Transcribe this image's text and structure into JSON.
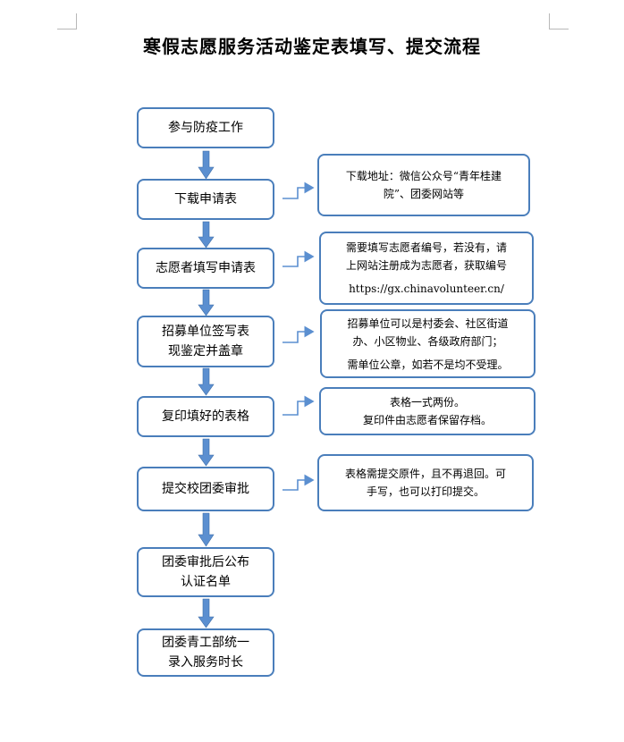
{
  "title": "寒假志愿服务活动鉴定表填写、提交流程",
  "steps": [
    "参与防疫工作",
    "下载申请表",
    "志愿者填写申请表",
    "招募单位签写表\n现鉴定并盖章",
    "复印填好的表格",
    "提交校团委审批",
    "团委审批后公布\n认证名单",
    "团委青工部统一\n录入服务时长"
  ],
  "notes": [
    {
      "line1": "下载地址：微信公众号“青年桂建",
      "line2": "院”、团委网站等"
    },
    {
      "line1": "需要填写志愿者编号，若没有，请",
      "line2": "上网站注册成为志愿者，获取编号",
      "line3": "https://gx.chinavolunteer.cn/"
    },
    {
      "line1": "招募单位可以是村委会、社区街道",
      "line2": "办、小区物业、各级政府部门；",
      "line3": "需单位公章，如若不是均不受理。"
    },
    {
      "line1": "表格一式两份。",
      "line2": "复印件由志愿者保留存档。"
    },
    {
      "line1": "表格需提交原件，且不再退回。可",
      "line2": "手写，也可以打印提交。"
    }
  ],
  "colors": {
    "border": "#4a7ebb",
    "arrow": "#5b8fd0"
  }
}
